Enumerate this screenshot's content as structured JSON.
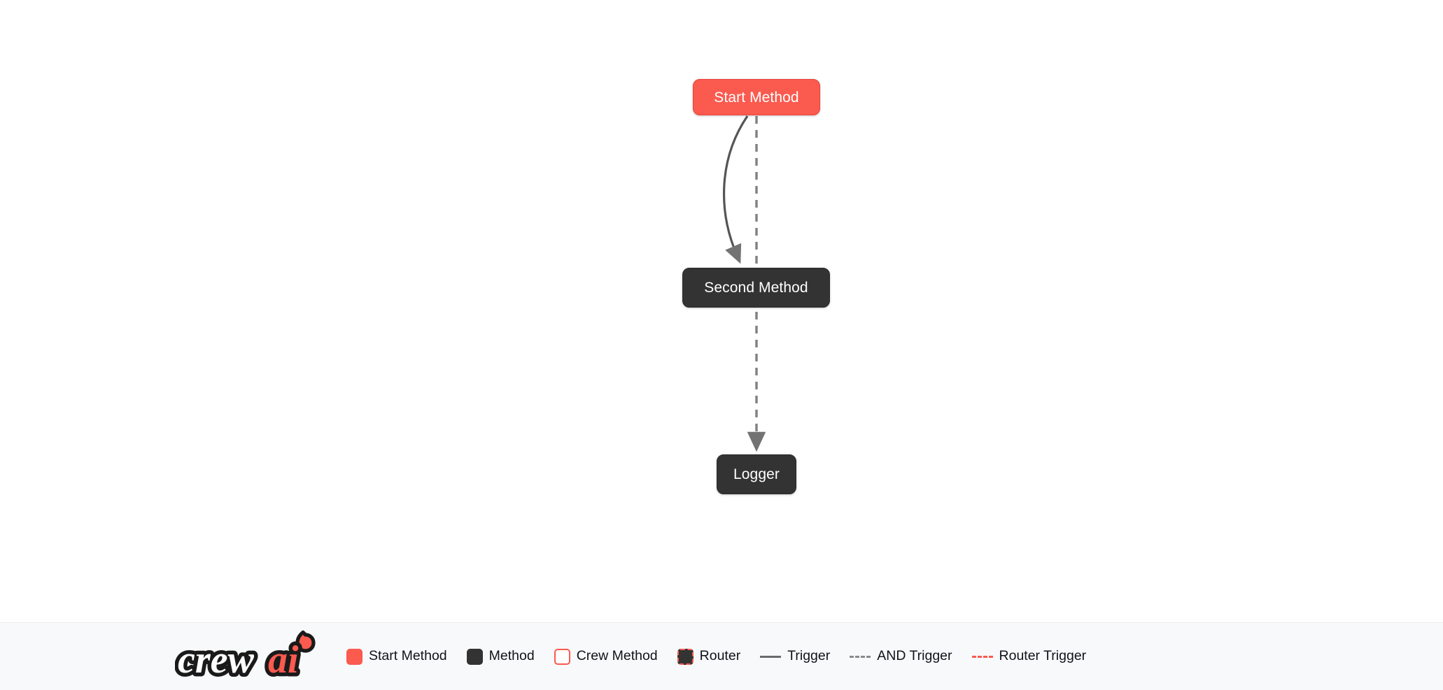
{
  "canvas": {
    "background_color": "#ffffff",
    "nodes": [
      {
        "id": "start",
        "label": "Start Method",
        "type": "start-method",
        "color": "#fb5a4f"
      },
      {
        "id": "second",
        "label": "Second Method",
        "type": "method",
        "color": "#333333"
      },
      {
        "id": "logger",
        "label": "Logger",
        "type": "method",
        "color": "#333333"
      }
    ],
    "edges": [
      {
        "from": "start",
        "to": "second",
        "style": "solid",
        "color": "#6b6b6b",
        "kind": "trigger"
      },
      {
        "from": "start",
        "to": "logger",
        "style": "dashed",
        "color": "#808080",
        "kind": "and-trigger"
      }
    ]
  },
  "legend": {
    "brand": {
      "name": "crewai",
      "word_primary": "crew",
      "word_accent": "ai",
      "accent_color": "#fb5a4f"
    },
    "items": [
      {
        "label": "Start Method",
        "marker": "swatch-solid",
        "color": "#fb5a4f"
      },
      {
        "label": "Method",
        "marker": "swatch-solid",
        "color": "#333333"
      },
      {
        "label": "Crew Method",
        "marker": "swatch-outline",
        "color": "#fb5a4f"
      },
      {
        "label": "Router",
        "marker": "swatch-dashed",
        "color": "#fb5a4f"
      },
      {
        "label": "Trigger",
        "marker": "line-solid",
        "color": "#6b6b6b"
      },
      {
        "label": "AND Trigger",
        "marker": "line-dashed",
        "color": "#8a8a8a"
      },
      {
        "label": "Router Trigger",
        "marker": "line-dashed",
        "color": "#fb5a4f"
      }
    ]
  }
}
